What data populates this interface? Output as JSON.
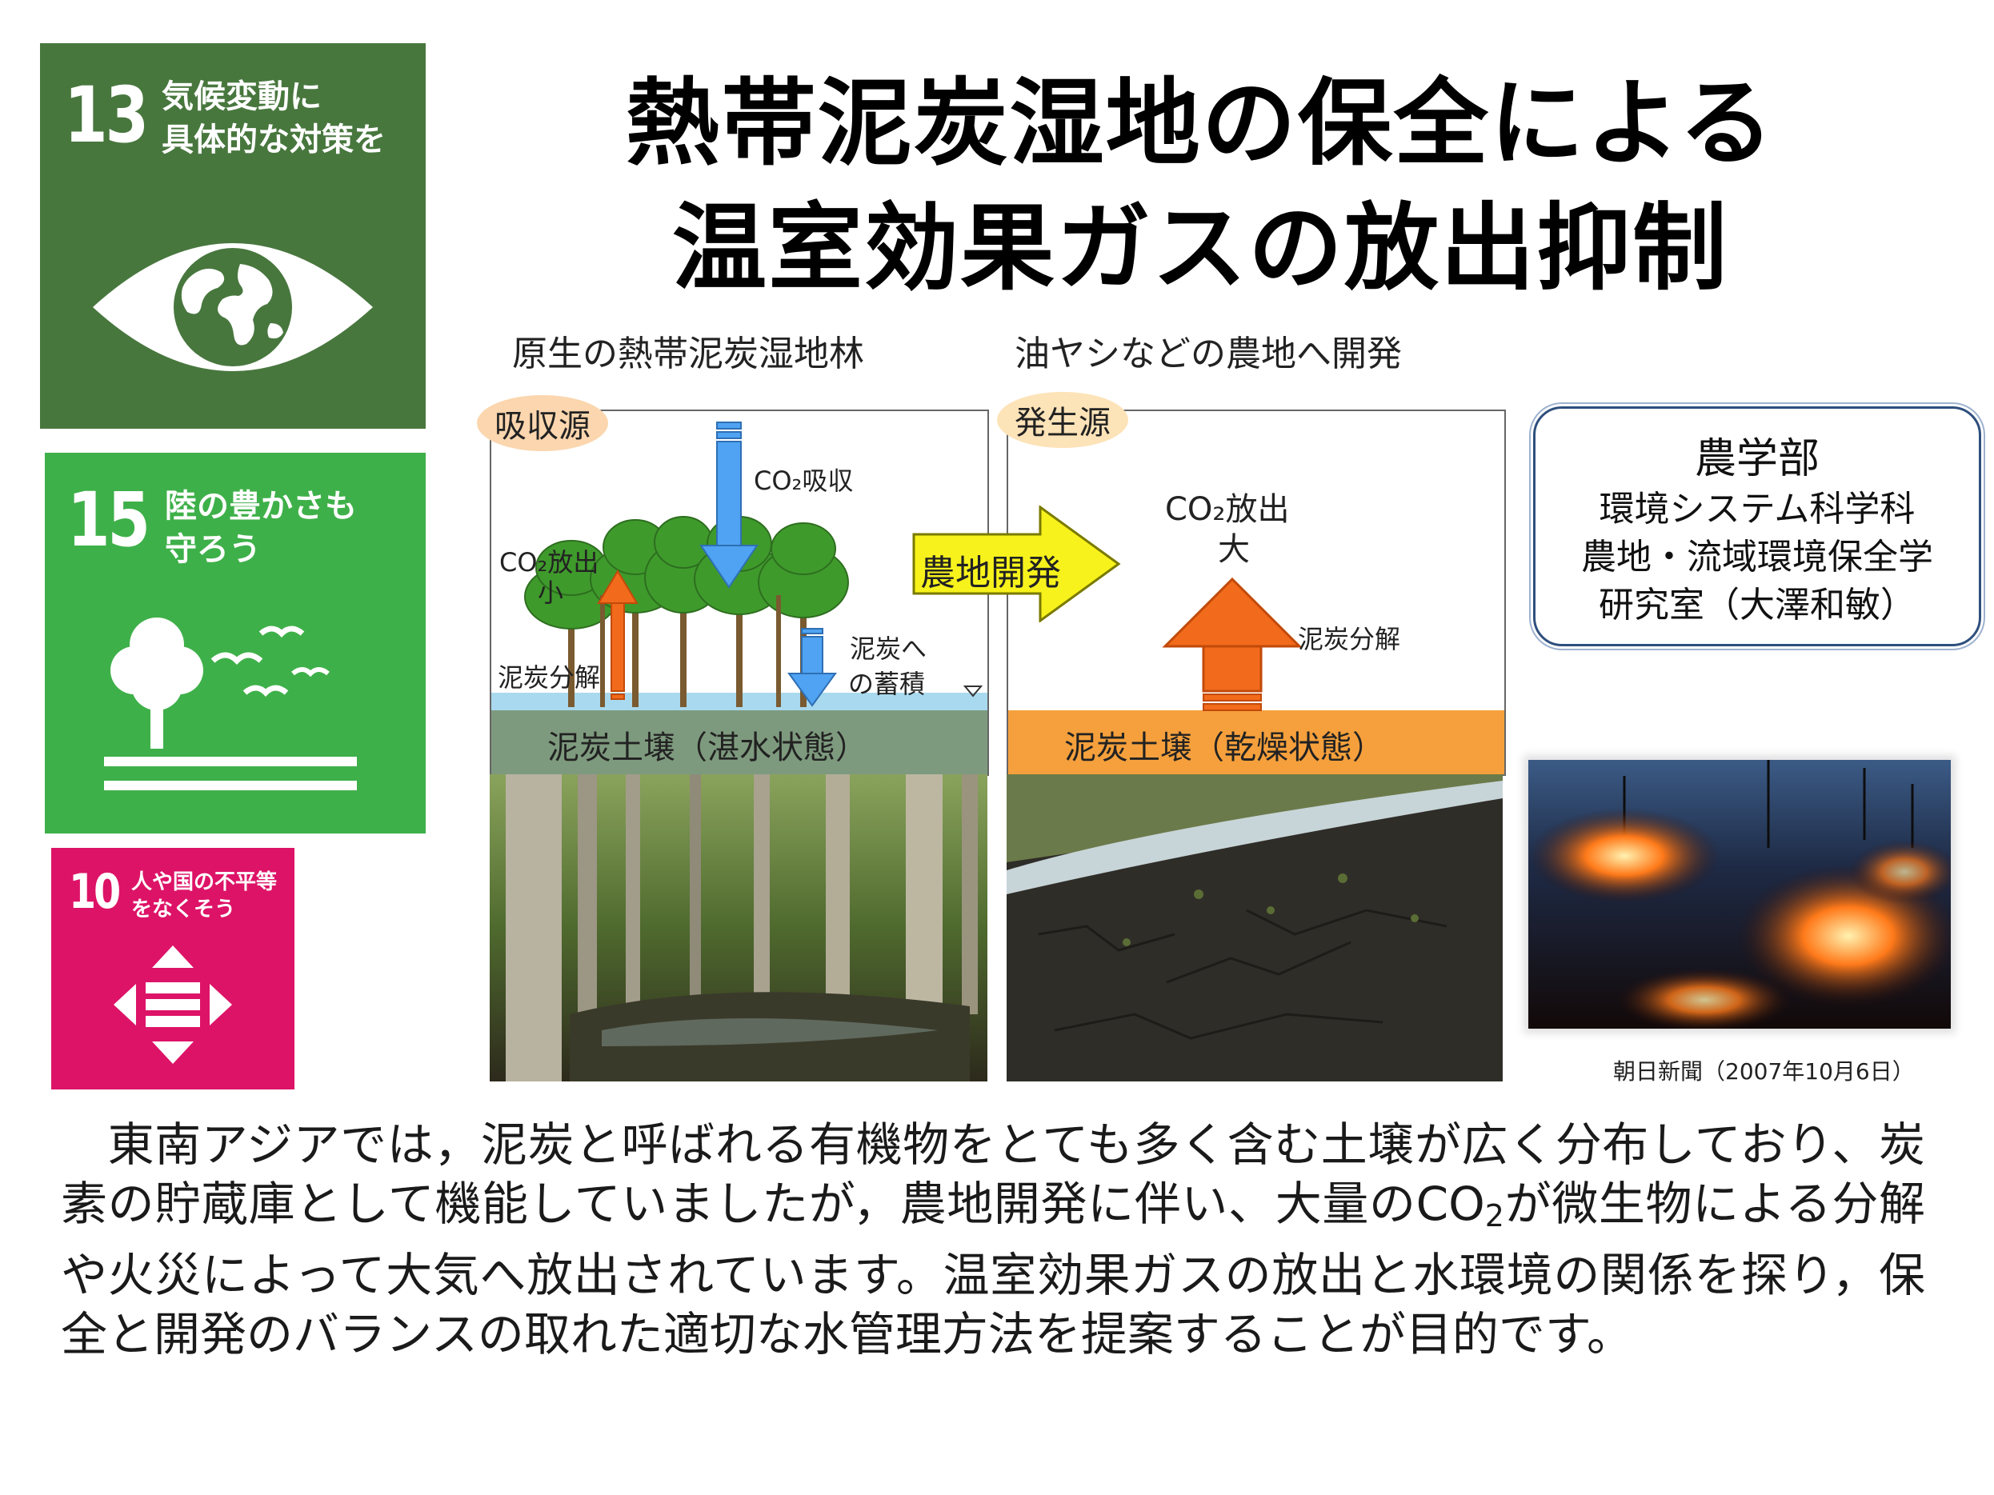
{
  "sdg": {
    "goal13": {
      "number": "13",
      "text": "気候変動に\n具体的な対策を",
      "color": "#48773e",
      "icon": "eye-globe-icon"
    },
    "goal15": {
      "number": "15",
      "text": "陸の豊かさも\n守ろう",
      "color": "#3eb049",
      "icon": "tree-birds-icon"
    },
    "goal10": {
      "number": "10",
      "text": "人や国の不平等\nをなくそう",
      "color": "#dd1367",
      "icon": "equality-arrows-icon"
    }
  },
  "title": {
    "line1": "熱帯泥炭湿地の保全による",
    "line2": "温室効果ガスの放出抑制"
  },
  "panels": {
    "left": {
      "heading": "原生の熱帯泥炭湿地林",
      "badge": "吸収源",
      "co2_absorb": "CO₂吸収",
      "co2_emit": "CO₂放出",
      "co2_emit_amount": "小",
      "decomposition": "泥炭分解",
      "accumulation_1": "泥炭へ",
      "accumulation_2": "の蓄積",
      "soil": "泥炭土壌（湛水状態）"
    },
    "arrow_label": "農地開発",
    "right": {
      "heading": "油ヤシなどの農地へ開発",
      "badge": "発生源",
      "co2_emit": "CO₂放出",
      "co2_emit_amount": "大",
      "decomposition": "泥炭分解",
      "soil": "泥炭土壌（乾燥状態）"
    }
  },
  "department": {
    "faculty": "農学部",
    "dept": "環境システム科学科",
    "lab": "農地・流域環境保全学",
    "lab2": "研究室（大澤和敏）"
  },
  "photo_caption": "朝日新聞（2007年10月6日）",
  "paragraph": {
    "part1": "　東南アジアでは，泥炭と呼ばれる有機物をとても多く含む土壌が広く分布しており、炭素の貯蔵庫として機能していましたが，農地開発に伴い、大量のCO",
    "sub": "2",
    "part2": "が微生物による分解や火災によって大気へ放出されています。温室効果ガスの放出と水環境の関係を探り，保全と開発のバランスの取れた適切な水管理方法を提案することが目的です。"
  },
  "colors": {
    "soil_wet": "#7e9a7e",
    "soil_dry": "#f5a03c",
    "water": "#a9d9ee",
    "arrow_blue": "#4fa3f2",
    "arrow_orange": "#f26a1b",
    "arrow_yellow": "#f7f21c",
    "dept_border": "#2e4f7d"
  }
}
